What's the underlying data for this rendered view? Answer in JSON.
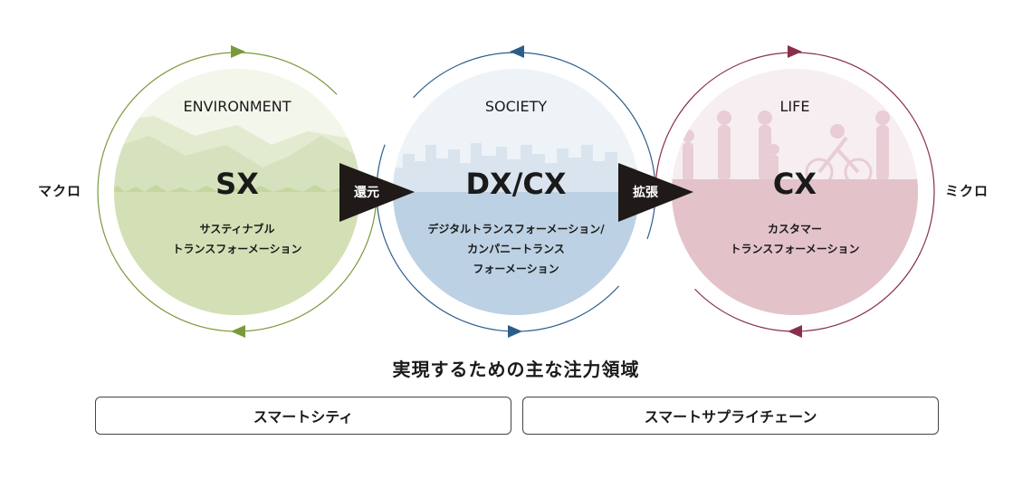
{
  "side": {
    "left": "マクロ",
    "right": "ミクロ"
  },
  "circles": [
    {
      "label": "ENVIRONMENT",
      "code": "SX",
      "desc": [
        "サスティナブル",
        "トランスフォーメーション"
      ],
      "color": "#7a9a3a",
      "fill": "#d3e0b5"
    },
    {
      "label": "SOCIETY",
      "code": "DX/CX",
      "desc": [
        "デジタルトランスフォーメーション/",
        "カンパニートランス",
        "フォーメーション"
      ],
      "color": "#2c5d8a",
      "fill": "#bcd1e3"
    },
    {
      "label": "LIFE",
      "code": "CX",
      "desc": [
        "カスタマー",
        "トランスフォーメーション"
      ],
      "color": "#8a2f4a",
      "fill": "#e3c2ca"
    }
  ],
  "connectors": [
    "還元",
    "拡張"
  ],
  "heading": "実現するための主な注力領域",
  "areas": [
    "スマートシティ",
    "スマートサプライチェーン"
  ]
}
